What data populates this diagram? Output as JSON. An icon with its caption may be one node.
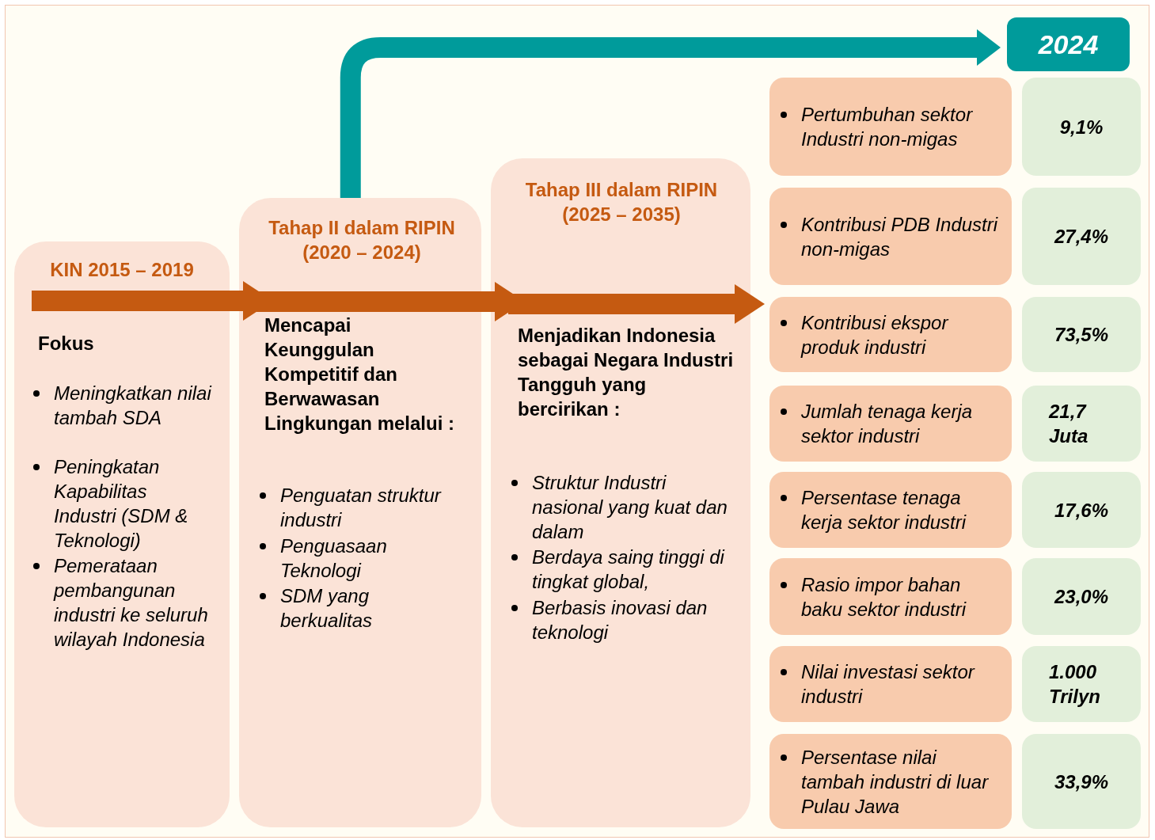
{
  "diagram": {
    "nodes": [
      {
        "text": [
          "KIN 2015 – 2019",
          "Fokus",
          "Meningkatkan nilai tambah SDA",
          "Peningkatan Kapabilitas Industri (SDM & Teknologi)",
          "Pemerataan pembangunan industri ke seluruh wilayah Indonesia"
        ]
      },
      {
        "text": [
          "Tahap II dalam RIPIN (2020 – 2024)",
          "Mencapai Keunggulan Kompetitif dan Berwawasan Lingkungan melalui :",
          "Penguatan struktur industri",
          "Penguasaan Teknologi",
          "SDM yang berkualitas"
        ]
      },
      {
        "text": [
          "Tahap III dalam RIPIN (2025 – 2035)",
          "Menjadikan Indonesia sebagai Negara Industri Tangguh yang bercirikan :",
          "Struktur Industri nasional yang kuat dan dalam",
          "Berdaya saing tinggi di tingkat global,",
          "Berbasis inovasi dan teknologi"
        ]
      },
      {
        "text": [
          "2024"
        ]
      },
      {
        "text": [
          "Pertumbuhan sektor Industri non-migas"
        ]
      },
      {
        "text": [
          "9,1%"
        ]
      },
      {
        "text": [
          "Kontribusi PDB Industri non-migas"
        ]
      },
      {
        "text": [
          "27,4%"
        ]
      },
      {
        "text": [
          "Kontribusi ekspor produk industri"
        ]
      },
      {
        "text": [
          "73,5%"
        ]
      },
      {
        "text": [
          "Jumlah tenaga kerja sektor industri"
        ]
      },
      {
        "text": [
          "21,7 Juta"
        ]
      },
      {
        "text": [
          "Persentase tenaga kerja sektor industri"
        ]
      },
      {
        "text": [
          "17,6%"
        ]
      },
      {
        "text": [
          "Rasio impor bahan baku sektor industri"
        ]
      },
      {
        "text": [
          "23,0%"
        ]
      },
      {
        "text": [
          "Nilai investasi sektor industri"
        ]
      },
      {
        "text": [
          "1.000 Trilyn"
        ]
      },
      {
        "text": [
          "Persentase nilai tambah industri di luar Pulau Jawa"
        ]
      },
      {
        "text": [
          "33,9%"
        ]
      }
    ],
    "edges": [
      {
        "from": 0,
        "to": 1,
        "arrow": "to"
      },
      {
        "from": 1,
        "to": 2,
        "arrow": "to"
      },
      {
        "from": 2,
        "to": 8,
        "arrow": "to"
      },
      {
        "from": 1,
        "to": 3,
        "arrow": "to",
        "color": "#009b9b"
      }
    ]
  }
}
